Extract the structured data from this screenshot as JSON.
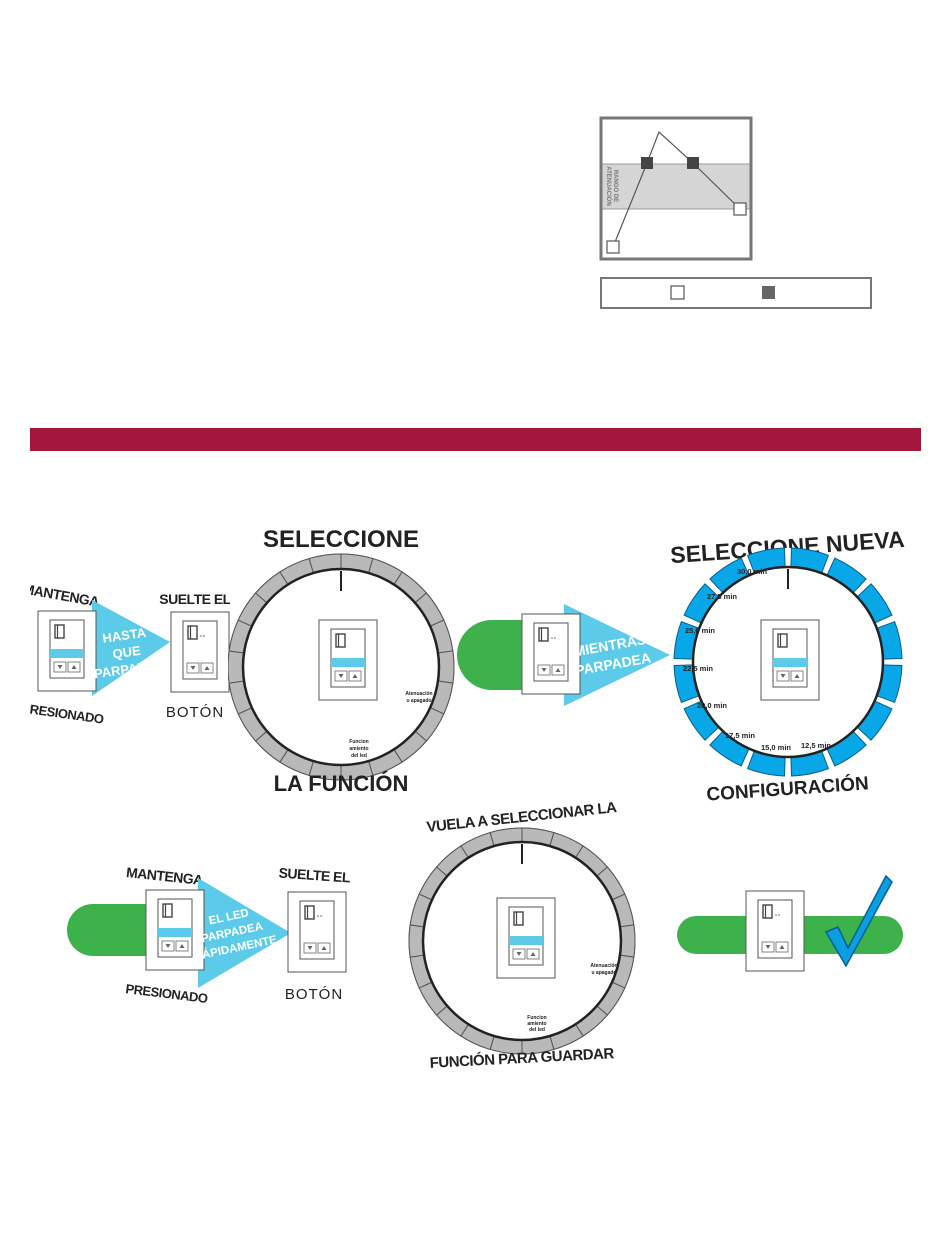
{
  "colors": {
    "banner": "#a3173d",
    "blue": "#08a7e8",
    "light_blue": "#5ccbea",
    "green": "#3db24a",
    "gray_segment": "#b9b9b9",
    "led": "#5ccbea"
  },
  "graph": {
    "band_label_line1": "RANGO DE",
    "band_label_line2": "ATENUACIÓN"
  },
  "step1": {
    "hold_top": "MANTENGA",
    "hold_bottom": "PRESIONADO",
    "arrow_line1": "HASTA",
    "arrow_line2": "QUE",
    "arrow_line3": "PARPADEE",
    "release_top": "SUELTE EL",
    "release_bottom": "BOTÓN"
  },
  "wheel1": {
    "title_top": "SELECCIONE",
    "title_bottom": "LA FUNCIÓN",
    "label_a_line1": "Atenuación",
    "label_a_line2": "u apagado",
    "label_b_line1": "Funcion",
    "label_b_line2": "amiento",
    "label_b_line3": "del led"
  },
  "step2": {
    "arrow_line1": "MIENTRAS",
    "arrow_line2": "PARPADEA"
  },
  "wheel2": {
    "title_top": "SELECCIONE NUEVA",
    "title_bottom": "CONFIGURACIÓN",
    "labels": [
      "30,0 min",
      "27,5 min",
      "25,0 min",
      "22,5 min",
      "20,0 min",
      "17,5 min",
      "15,0 min",
      "12,5 min"
    ]
  },
  "step3": {
    "hold_top": "MANTENGA",
    "hold_bottom": "PRESIONADO",
    "arrow_line1": "EL LED",
    "arrow_line2": "PARPADEA",
    "arrow_line3": "RÁPIDAMENTE",
    "release_top": "SUELTE EL",
    "release_bottom": "BOTÓN"
  },
  "wheel3": {
    "title_top": "VUELA A SELECCIONAR LA",
    "title_bottom": "FUNCIÓN PARA GUARDAR",
    "label_a_line1": "Atenuación",
    "label_a_line2": "u apagado",
    "label_b_line1": "Funcion",
    "label_b_line2": "amiento",
    "label_b_line3": "del led"
  }
}
